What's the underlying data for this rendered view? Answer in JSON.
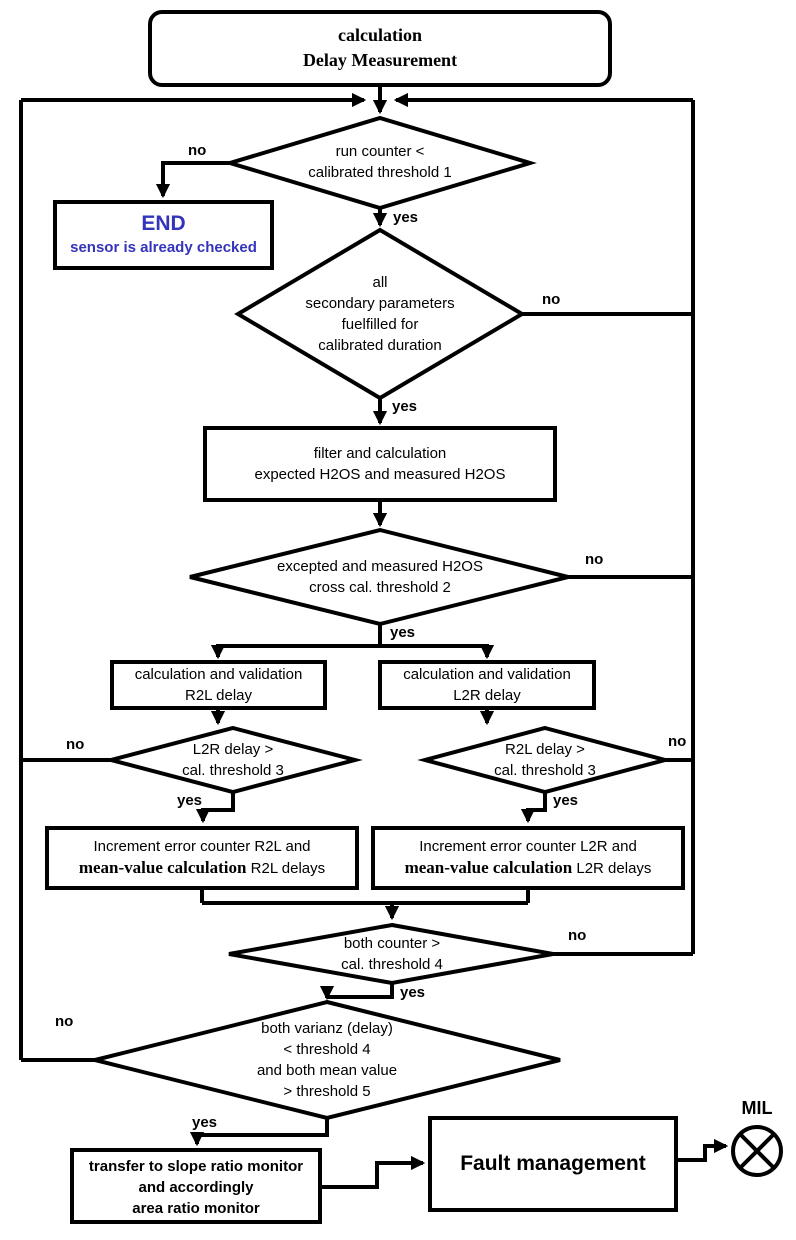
{
  "colors": {
    "line": "#000000",
    "text": "#000000",
    "end_blue": "#3333bb",
    "background": "#ffffff"
  },
  "labels": {
    "yes": "yes",
    "no": "no"
  },
  "nodes": {
    "start": {
      "line1": "calculation",
      "line2": "Delay Measurement"
    },
    "d_run_counter": {
      "line1": "run counter <",
      "line2": "calibrated threshold 1"
    },
    "end_box": {
      "line1": "END",
      "line2": "sensor is already checked"
    },
    "d_secondary": {
      "line1": "all",
      "line2": "secondary parameters",
      "line3": "fuelfilled for",
      "line4": "calibrated duration"
    },
    "filter_box": {
      "line1": "filter and calculation",
      "line2": "expected H2OS and measured H2OS"
    },
    "d_cross": {
      "line1": "excepted and measured H2OS",
      "line2": "cross cal. threshold 2"
    },
    "calc_r2l": {
      "line1": "calculation and validation",
      "line2": "R2L delay"
    },
    "calc_l2r": {
      "line1": "calculation and validation",
      "line2": "L2R delay"
    },
    "d_l2r_delay": {
      "line1": "L2R delay >",
      "line2": "cal. threshold 3"
    },
    "d_r2l_delay": {
      "line1": "R2L delay >",
      "line2": "cal. threshold 3"
    },
    "inc_r2l": {
      "line1": "Increment error counter R2L and",
      "line2_serif": "mean-value calculation",
      "line2_suffix": " R2L delays"
    },
    "inc_l2r": {
      "line1": "Increment error counter L2R and",
      "line2_serif": "mean-value calculation",
      "line2_suffix": " L2R delays"
    },
    "d_both_counter": {
      "line1": "both counter >",
      "line2": "cal. threshold 4"
    },
    "d_varianz": {
      "line1": "both varianz (delay)",
      "line2": "< threshold 4",
      "line3": "and both mean value",
      "line4": "> threshold 5"
    },
    "transfer_box": {
      "line1": "transfer to slope ratio monitor",
      "line2": "and accordingly",
      "line3": "area ratio monitor"
    },
    "fault_box": {
      "label": "Fault management"
    },
    "mil": {
      "label": "MIL"
    }
  }
}
